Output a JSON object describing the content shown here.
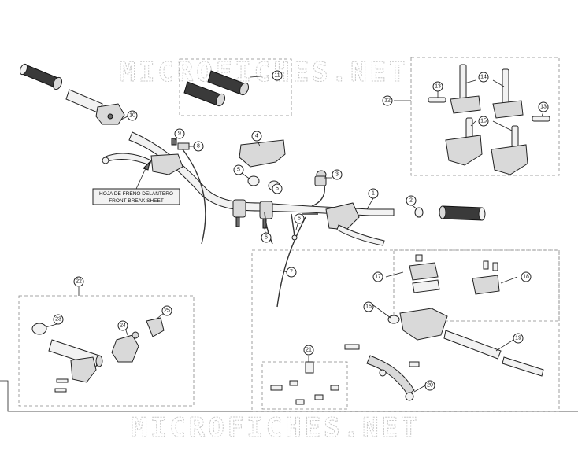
{
  "watermark": "MICROFICHES.NET",
  "note": {
    "line1": "HOJA DE FRENO DELANTERO",
    "line2": "FRONT BREAK SHEET"
  },
  "callouts": {
    "c1": "1",
    "c2": "2",
    "c3": "3",
    "c4": "4",
    "c5a": "5",
    "c5b": "5",
    "c6a": "6",
    "c6b": "6",
    "c7": "7",
    "c8": "8",
    "c9": "9",
    "c10": "10",
    "c11": "11",
    "c12": "12",
    "c13a": "13",
    "c13b": "13",
    "c14": "14",
    "c15": "15",
    "c16": "16",
    "c17": "17",
    "c18": "18",
    "c19": "19",
    "c20": "20",
    "c21": "21",
    "c22": "22",
    "c23": "23",
    "c24": "24",
    "c25": "25"
  }
}
